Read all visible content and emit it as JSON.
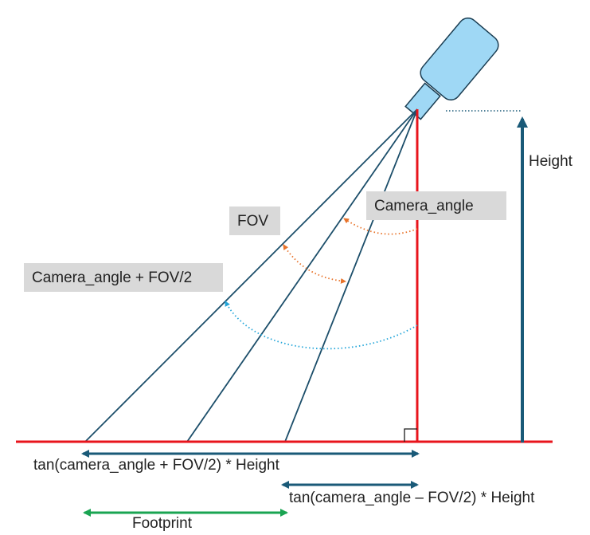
{
  "labels": {
    "height": "Height",
    "camera_angle": "Camera_angle",
    "fov": "FOV",
    "camera_angle_plus_half_fov": "Camera_angle + FOV/2",
    "far_distance": "tan(camera_angle + FOV/2) * Height",
    "near_distance": "tan(camera_angle – FOV/2) * Height",
    "footprint": "Footprint"
  },
  "colors": {
    "ground": "#e8141c",
    "plumb_line": "#e8141c",
    "height_arrow": "#1a5a78",
    "distance_arrows": "#1a5a78",
    "fov_rays": "#1c4e6a",
    "camera_body": "#9fd8f5",
    "camera_outline": "#1a3d52",
    "camera_angle_arc": "#e8732a",
    "fov_arc": "#e8732a",
    "outer_angle_arc": "#22a5d9",
    "footprint_arrow": "#1aa452",
    "label_box": "#d9d9d9"
  },
  "icons": {
    "camera": "camera-icon",
    "right_angle": "right-angle-marker"
  }
}
